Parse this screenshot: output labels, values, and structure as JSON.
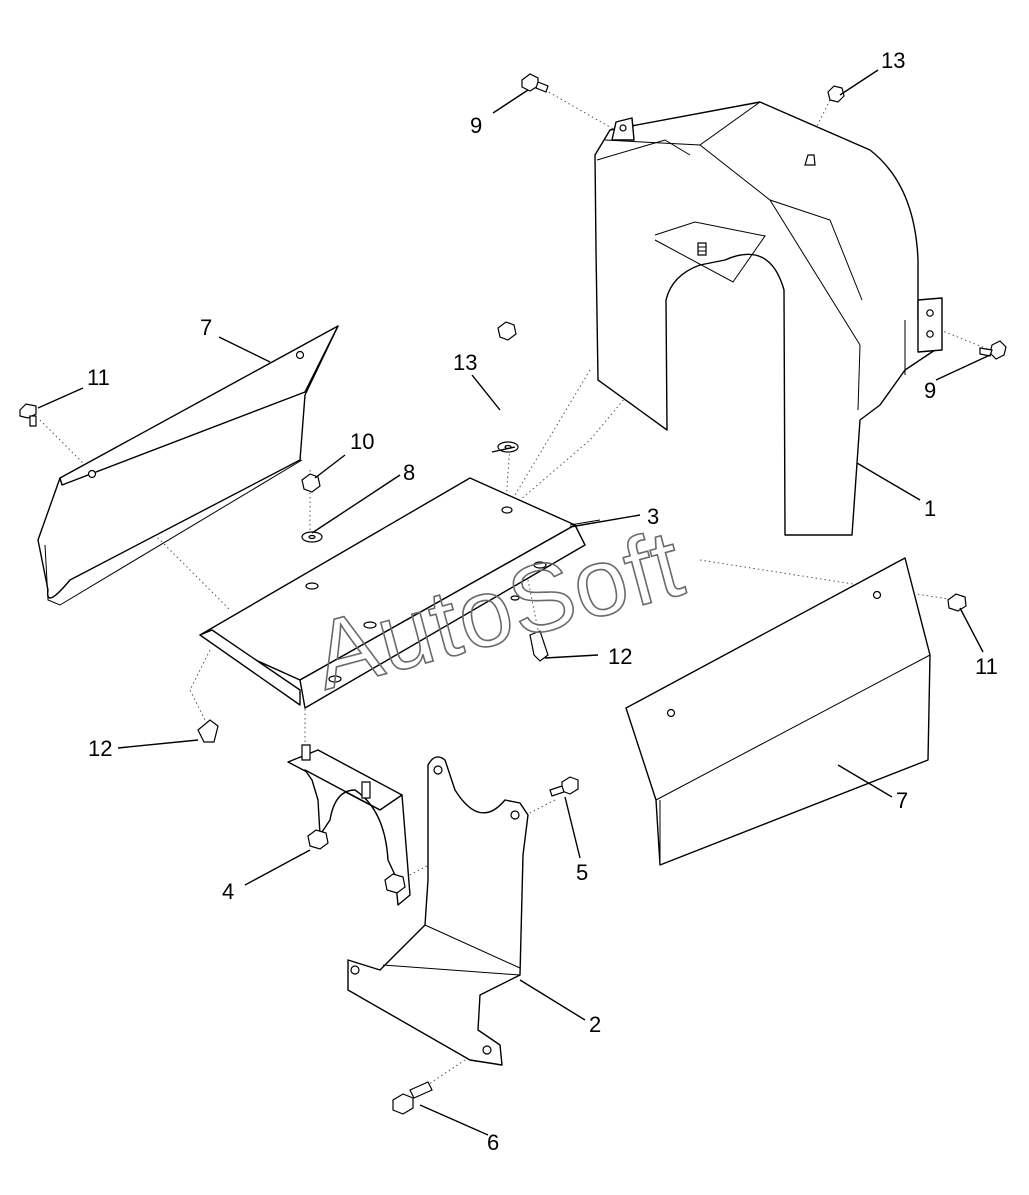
{
  "watermark": "AutoSoft",
  "callouts": {
    "c1": "1",
    "c2": "2",
    "c3": "3",
    "c4": "4",
    "c5": "5",
    "c6": "6",
    "c7a": "7",
    "c7b": "7",
    "c8": "8",
    "c9a": "9",
    "c9b": "9",
    "c10": "10",
    "c11a": "11",
    "c11b": "11",
    "c12a": "12",
    "c12b": "12",
    "c13a": "13",
    "c13b": "13"
  },
  "colors": {
    "line": "#000000",
    "background": "#ffffff",
    "watermark": "#6a6a6a"
  }
}
